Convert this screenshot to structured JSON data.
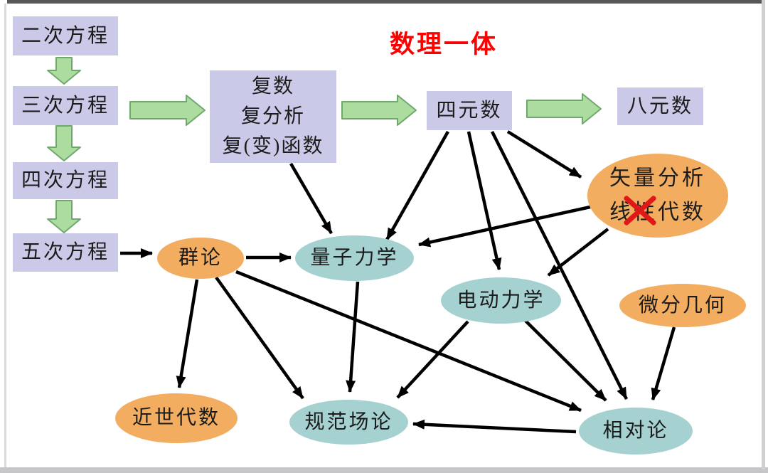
{
  "title": {
    "text": "数理一体",
    "color": "#ff0000"
  },
  "colors": {
    "box_fill": "#cac9e7",
    "orange_ellipse_fill": "#f2ad61",
    "teal_ellipse_fill": "#a5d1d1",
    "green_arrow_fill": "#addc9f",
    "green_arrow_stroke": "#6fa86f",
    "black_arrow": "#000000",
    "cross_mark": "#e01818",
    "text": "#1b1b1b"
  },
  "nodes": {
    "quadratic": {
      "label": "二次方程",
      "shape": "box"
    },
    "cubic": {
      "label": "三次方程",
      "shape": "box"
    },
    "quartic": {
      "label": "四次方程",
      "shape": "box"
    },
    "quintic": {
      "label": "五次方程",
      "shape": "box"
    },
    "complex": {
      "lines": [
        "复数",
        "复分析",
        "复(变)函数"
      ],
      "shape": "box"
    },
    "quaternion": {
      "label": "四元数",
      "shape": "box"
    },
    "octonion": {
      "label": "八元数",
      "shape": "box"
    },
    "group_theory": {
      "label": "群论",
      "shape": "orange-ellipse"
    },
    "vector_analysis": {
      "lines": [
        "矢量分析",
        "线性代数"
      ],
      "shape": "orange-ellipse",
      "annotation": "red X crossing out the character 性"
    },
    "quantum_mechanics": {
      "label": "量子力学",
      "shape": "teal-ellipse"
    },
    "electrodynamics": {
      "label": "电动力学",
      "shape": "teal-ellipse"
    },
    "differential_geometry": {
      "label": "微分几何",
      "shape": "orange-ellipse"
    },
    "modern_algebra": {
      "label": "近世代数",
      "shape": "orange-ellipse"
    },
    "gauge_field_theory": {
      "label": "规范场论",
      "shape": "teal-ellipse"
    },
    "relativity": {
      "label": "相对论",
      "shape": "teal-ellipse"
    }
  },
  "edges": {
    "green_block_arrows": [
      {
        "from": "quadratic",
        "to": "cubic"
      },
      {
        "from": "cubic",
        "to": "quartic"
      },
      {
        "from": "quartic",
        "to": "quintic"
      },
      {
        "from": "cubic",
        "to": "complex"
      },
      {
        "from": "complex",
        "to": "quaternion"
      },
      {
        "from": "quaternion",
        "to": "octonion"
      }
    ],
    "black_arrows": [
      {
        "from": "quintic",
        "to": "group_theory"
      },
      {
        "from": "complex",
        "to": "quantum_mechanics"
      },
      {
        "from": "quaternion",
        "to": "quantum_mechanics"
      },
      {
        "from": "quaternion",
        "to": "electrodynamics"
      },
      {
        "from": "quaternion",
        "to": "vector_analysis"
      },
      {
        "from": "quaternion",
        "to": "relativity"
      },
      {
        "from": "vector_analysis",
        "to": "quantum_mechanics"
      },
      {
        "from": "vector_analysis",
        "to": "electrodynamics"
      },
      {
        "from": "group_theory",
        "to": "quantum_mechanics"
      },
      {
        "from": "group_theory",
        "to": "modern_algebra"
      },
      {
        "from": "group_theory",
        "to": "gauge_field_theory"
      },
      {
        "from": "group_theory",
        "to": "relativity"
      },
      {
        "from": "quantum_mechanics",
        "to": "gauge_field_theory"
      },
      {
        "from": "electrodynamics",
        "to": "gauge_field_theory"
      },
      {
        "from": "electrodynamics",
        "to": "relativity"
      },
      {
        "from": "differential_geometry",
        "to": "relativity"
      },
      {
        "from": "relativity",
        "to": "gauge_field_theory"
      }
    ]
  }
}
